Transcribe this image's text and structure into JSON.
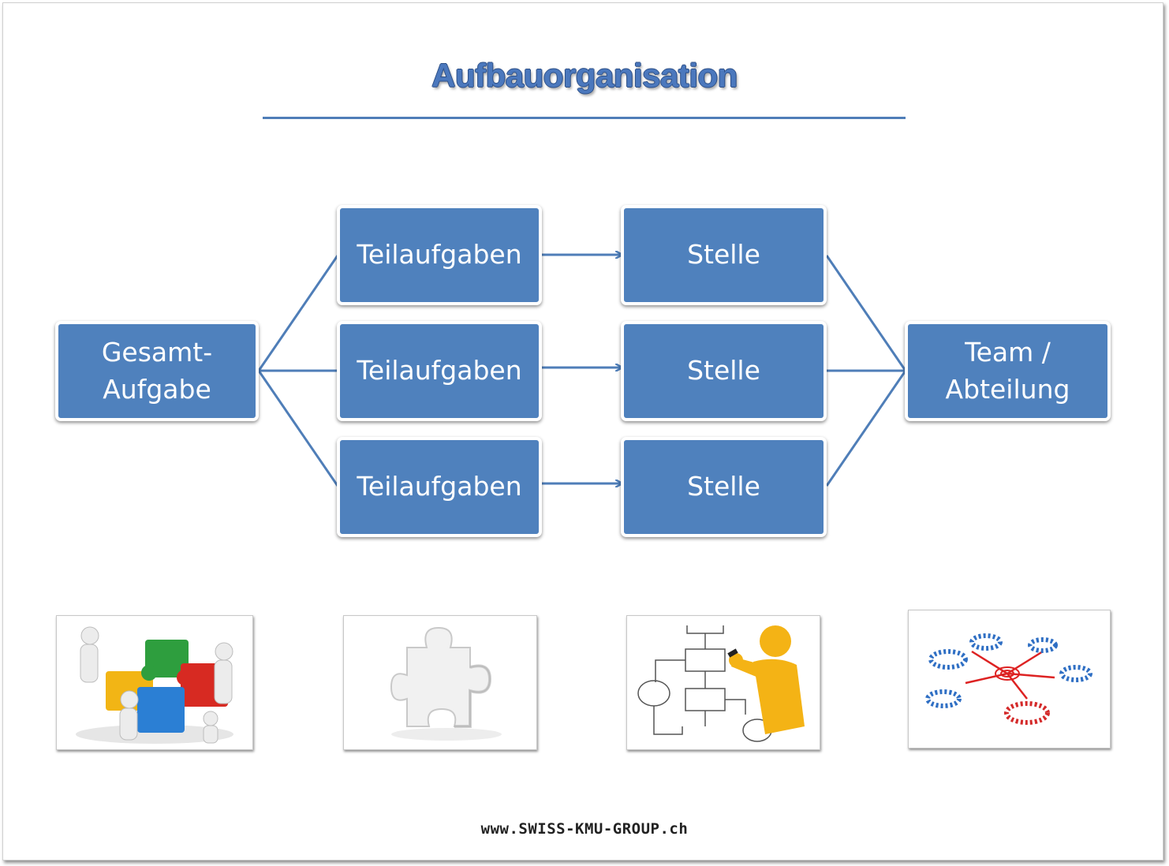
{
  "title": "Aufbauorganisation",
  "nodes": {
    "gesamt": "Gesamt-\nAufgabe",
    "teil_1": "Teilaufgaben",
    "teil_2": "Teilaufgaben",
    "teil_3": "Teilaufgaben",
    "stelle_1": "Stelle",
    "stelle_2": "Stelle",
    "stelle_3": "Stelle",
    "team": "Team /\nAbteilung"
  },
  "images": [
    "puzzle-team-illustration",
    "puzzle-piece-illustration",
    "flowchart-person-illustration",
    "network-groups-illustration"
  ],
  "footer": "www.SWISS-KMU-GROUP.ch",
  "colors": {
    "box": "#4f81bd",
    "line": "#4f7eb8",
    "title": "#4b78bd"
  }
}
